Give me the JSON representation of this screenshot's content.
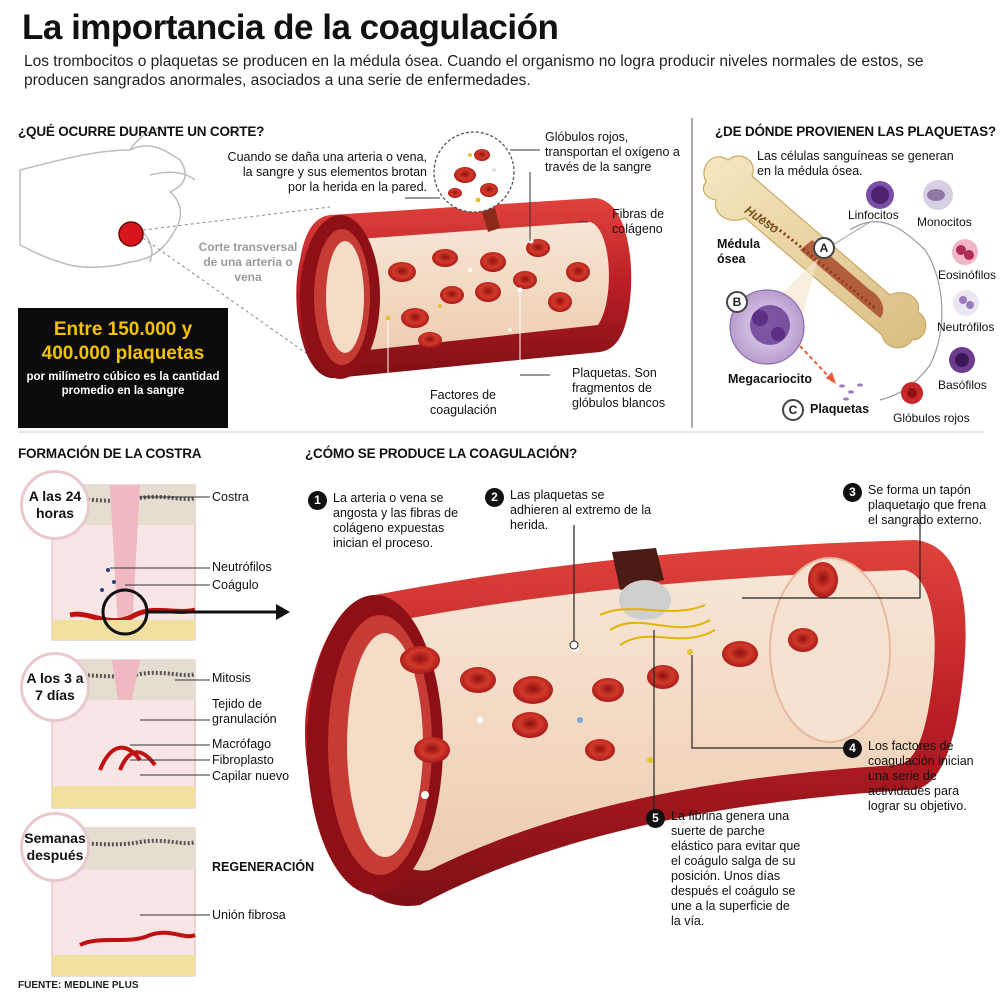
{
  "title": "La importancia de la coagulación",
  "subtitle": "Los trombocitos o plaquetas se producen en la médula ósea. Cuando el organismo no logra producir niveles normales de estos, se producen sangrados anormales, asociados a una serie de enfermedades.",
  "corte": {
    "heading": "¿QUÉ OCURRE DURANTE UN CORTE?",
    "damage_text": "Cuando se daña una arteria o vena, la sangre y sus elementos brotan por la herida en la pared.",
    "section_label": "Corte transversal de una arteria o vena",
    "globulos_rojos": "Glóbulos rojos, transportan el oxígeno a través de la sangre",
    "fibras": "Fibras de colágeno",
    "factores": "Factores de coagulación",
    "plaquetas": "Plaquetas. Son fragmentos de glóbulos blancos",
    "box_big": "Entre 150.000 y 400.000 plaquetas",
    "box_small": "por milímetro cúbico es la cantidad promedio en la sangre"
  },
  "origen": {
    "heading": "¿DE DÓNDE PROVIENEN LAS PLAQUETAS?",
    "intro": "Las células sanguíneas se generan en la médula ósea.",
    "hueso": "Hueso",
    "medula": "Médula ósea",
    "letter_a": "A",
    "letter_b": "B",
    "letter_c": "C",
    "megacariocito": "Megacariocito",
    "plaquetas": "Plaquetas",
    "cells": {
      "linfocitos": "Linfocitos",
      "monocitos": "Monocitos",
      "eosinofilos": "Eosinófilos",
      "neutrofilos": "Neutrófilos",
      "basofilos": "Basófilos",
      "globulos_rojos": "Glóbulos rojos"
    }
  },
  "costra": {
    "heading": "FORMACIÓN DE LA COSTRA",
    "stage1": {
      "time": "A las 24 horas",
      "costra": "Costra",
      "neutrofilos": "Neutrófilos",
      "coagulo": "Coágulo"
    },
    "stage2": {
      "time": "A los 3 a 7 días",
      "mitosis": "Mitosis",
      "tejido": "Tejido de granulación",
      "macrofago": "Macrófago",
      "fibroplasto": "Fibroplasto",
      "capilar": "Capilar nuevo"
    },
    "stage3": {
      "time": "Semanas después",
      "regeneracion": "REGENERACIÓN",
      "union": "Unión fibrosa"
    }
  },
  "proceso": {
    "heading": "¿CÓMO SE PRODUCE LA COAGULACIÓN?",
    "steps": [
      {
        "n": "1",
        "text": "La arteria o vena se angosta y las fibras de colágeno expuestas inician el proceso."
      },
      {
        "n": "2",
        "text": "Las plaquetas se adhieren al extremo de la herida."
      },
      {
        "n": "3",
        "text": "Se forma un tapón plaquetario que frena el sangrado externo."
      },
      {
        "n": "4",
        "text": "Los factores de coagulación inician una serie de actividades para lograr su objetivo."
      },
      {
        "n": "5",
        "text": "La fibrina genera una suerte de parche elástico para evitar que el coágulo salga de su posición. Unos días después el coágulo se une a la superficie de la vía."
      }
    ]
  },
  "source": "FUENTE: MEDLINE PLUS",
  "colors": {
    "vessel": "#b81d24",
    "vessel_dark": "#7d0f14",
    "inner": "#f3d9c4",
    "rbc": "#c62828",
    "accent": "#f2c200",
    "skin": "#f4dede"
  }
}
